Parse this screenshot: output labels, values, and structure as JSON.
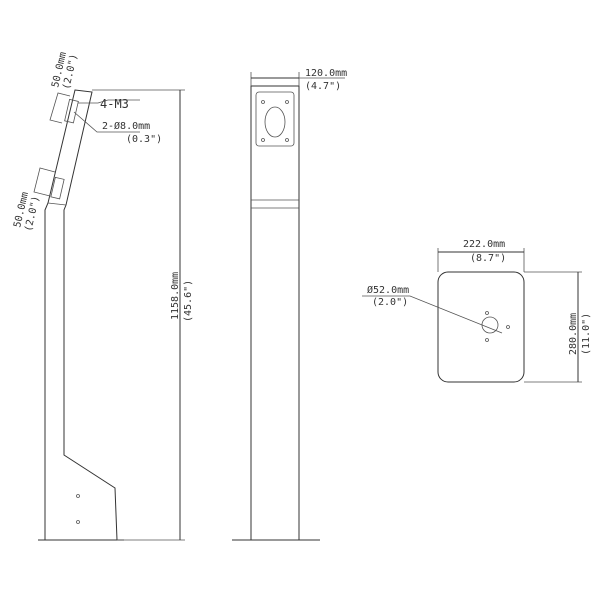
{
  "side_view": {
    "top_offset": {
      "mm": "50.0mm",
      "in": "(2.0\")"
    },
    "screw_label": "4-M3",
    "hole_label": {
      "mm": "2-Ø8.0mm",
      "in": "(0.3\")"
    },
    "lower_offset": {
      "mm": "50.0mm",
      "in": "(2.0\")"
    },
    "height": {
      "mm": "1158.0mm",
      "in": "(45.6\")"
    }
  },
  "front_view": {
    "width": {
      "mm": "120.0mm",
      "in": "(4.7\")"
    }
  },
  "base_plate": {
    "width": {
      "mm": "222.0mm",
      "in": "(8.7\")"
    },
    "height": {
      "mm": "280.0mm",
      "in": "(11.0\")"
    },
    "hole": {
      "mm": "Ø52.0mm",
      "in": "(2.0\")"
    }
  }
}
